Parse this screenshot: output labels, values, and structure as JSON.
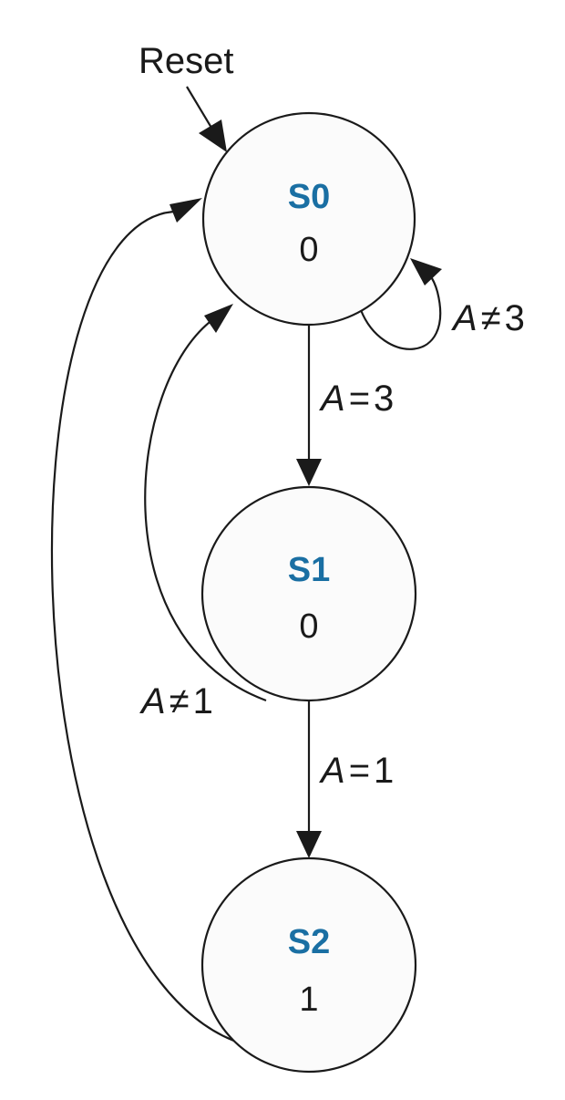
{
  "reset_label": "Reset",
  "states": [
    {
      "id": "s0",
      "name": "S0",
      "output": "0"
    },
    {
      "id": "s1",
      "name": "S1",
      "output": "0"
    },
    {
      "id": "s2",
      "name": "S2",
      "output": "1"
    }
  ],
  "transitions": [
    {
      "from": "S0",
      "to": "S0",
      "variable": "A",
      "op": "≠",
      "value": "3"
    },
    {
      "from": "S0",
      "to": "S1",
      "variable": "A",
      "op": "=",
      "value": "3"
    },
    {
      "from": "S1",
      "to": "S0",
      "variable": "A",
      "op": "≠",
      "value": "1"
    },
    {
      "from": "S1",
      "to": "S2",
      "variable": "A",
      "op": "=",
      "value": "1"
    },
    {
      "from": "S2",
      "to": "S0"
    }
  ],
  "colors": {
    "state_name": "#1a6fa3",
    "stroke": "#1a1a1a",
    "state_fill": "#fbfbfb"
  }
}
